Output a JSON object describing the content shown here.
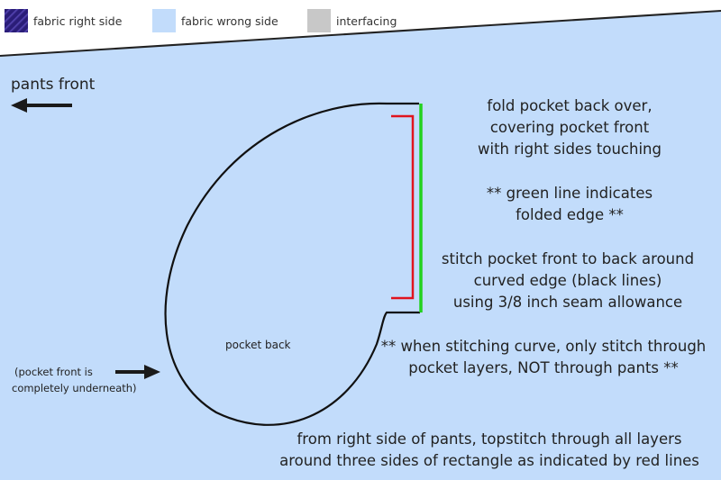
{
  "legend": [
    {
      "label": "fabric right side",
      "color": "#3a2a86"
    },
    {
      "label": "fabric wrong side",
      "color": "#c2dcfb"
    },
    {
      "label": "interfacing",
      "color": "#c8c8c8"
    }
  ],
  "colors": {
    "fabric_wrong_side": "#c2dcfb",
    "stitch_line": "#111111",
    "fold_line": "#22d21e",
    "topstitch_line": "#e0141e",
    "arrow": "#1a1a1a"
  },
  "labels": {
    "pants_front": "pants front",
    "pocket_back": "pocket back",
    "pocket_front_note_1": "(pocket front is",
    "pocket_front_note_2": "completely underneath)"
  },
  "instructions": {
    "fold": [
      "fold pocket back over,",
      "covering pocket front",
      "with right sides touching"
    ],
    "green_note": [
      "** green line indicates",
      "folded edge **"
    ],
    "stitch": [
      "stitch pocket front to back around",
      "curved edge (black lines)",
      "using 3/8 inch seam allowance"
    ],
    "curve_note": [
      "** when stitching curve, only stitch through",
      "pocket layers, NOT through pants **"
    ],
    "topstitch": [
      "from right side of pants, topstitch through all layers",
      "around three sides of rectangle as indicated by red lines"
    ]
  }
}
